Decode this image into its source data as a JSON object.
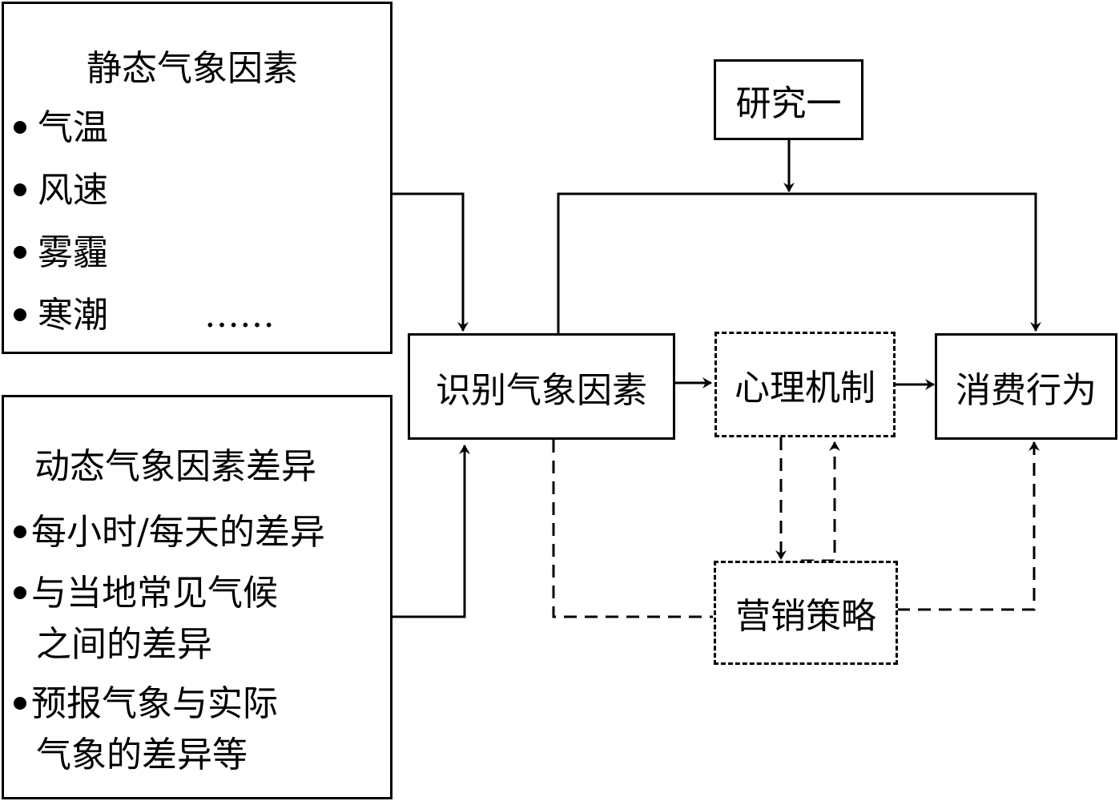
{
  "static_box": {
    "title": "静态气象因素",
    "items": [
      "气温",
      "风速",
      "雾霾",
      "寒潮"
    ],
    "ellipsis": "……"
  },
  "dynamic_box": {
    "title": "动态气象因素差异",
    "items": [
      {
        "line1": "每小时/每天的差异",
        "line2": ""
      },
      {
        "line1": "与当地常见气候",
        "line2": "之间的差异"
      },
      {
        "line1": "预报气象与实际",
        "line2": "气象的差异等"
      }
    ]
  },
  "nodes": {
    "study": "研究一",
    "identify": "识别气象因素",
    "psych": "心理机制",
    "consume": "消费行为",
    "marketing": "营销策略"
  }
}
